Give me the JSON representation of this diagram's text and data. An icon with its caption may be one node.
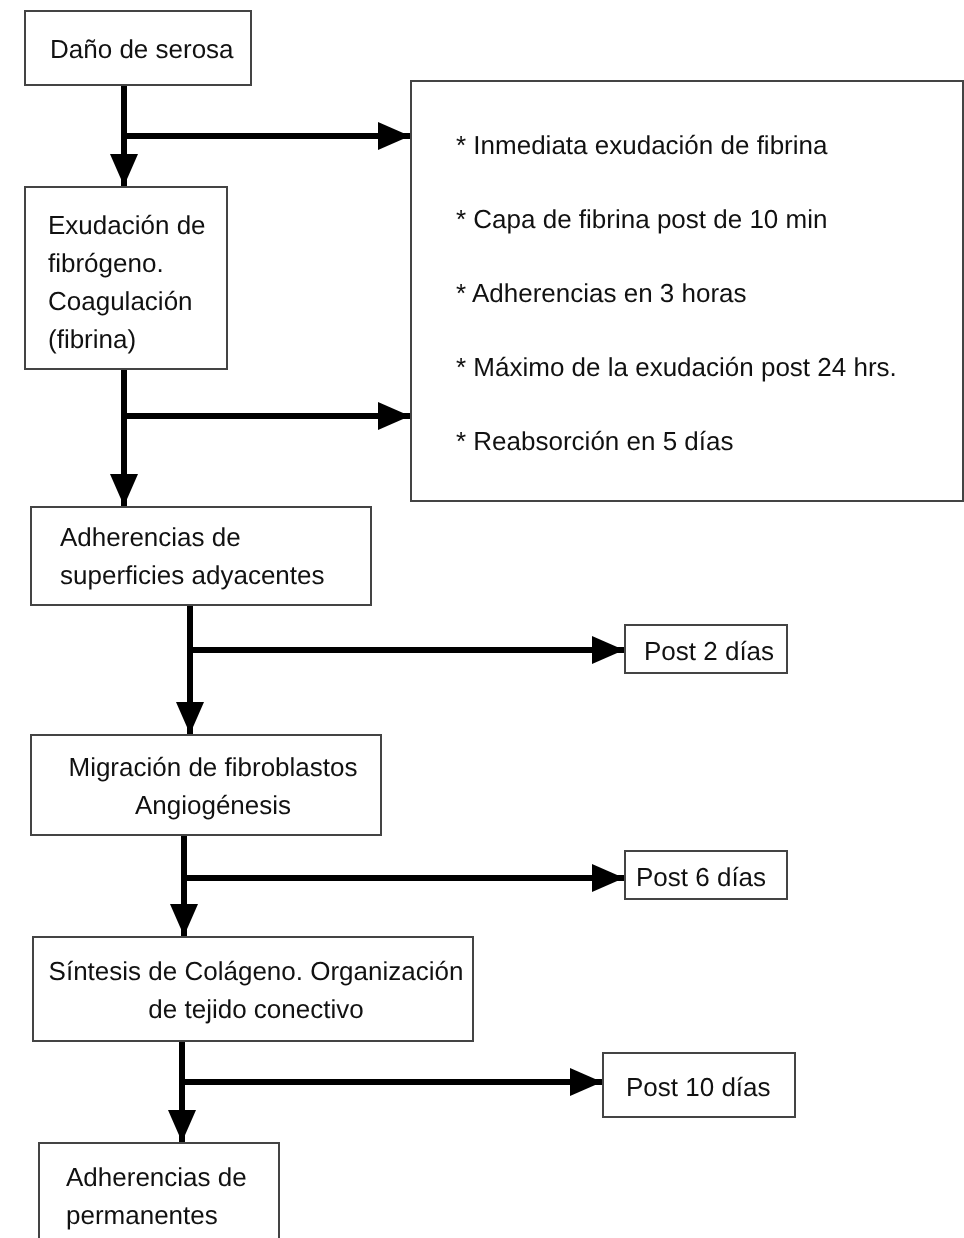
{
  "diagram": {
    "nodes": [
      {
        "text": [
          "Daño de serosa"
        ]
      },
      {
        "text": [
          "Exudación de fibrógeno. Coagulación (fibrina)"
        ]
      },
      {
        "text": [
          "* Inmediata exudación de fibrina",
          "* Capa de fibrina post de 10 min",
          "* Adherencias en 3 horas",
          "* Máximo de la exudación post 24 hrs.",
          "* Reabsorción en 5 días"
        ]
      },
      {
        "text": [
          "Adherencias de superficies adyacentes"
        ]
      },
      {
        "text": [
          "Post 2 días"
        ]
      },
      {
        "text": [
          "Migración de fibroblastos Angiogénesis"
        ]
      },
      {
        "text": [
          "Post 6 días"
        ]
      },
      {
        "text": [
          "Síntesis de Colágeno. Organización de tejido conectivo"
        ]
      },
      {
        "text": [
          "Post 10 días"
        ]
      },
      {
        "text": [
          "Adherencias de permanentes"
        ]
      }
    ],
    "edges": [
      {
        "from": 0,
        "to": 1,
        "arrow": "to"
      },
      {
        "from": 0,
        "to": 2,
        "arrow": "to"
      },
      {
        "from": 1,
        "to": 3,
        "arrow": "to"
      },
      {
        "from": 1,
        "to": 2,
        "arrow": "to"
      },
      {
        "from": 3,
        "to": 5,
        "arrow": "to"
      },
      {
        "from": 3,
        "to": 4,
        "arrow": "to"
      },
      {
        "from": 5,
        "to": 7,
        "arrow": "to"
      },
      {
        "from": 5,
        "to": 6,
        "arrow": "to"
      },
      {
        "from": 7,
        "to": 9,
        "arrow": "to"
      },
      {
        "from": 7,
        "to": 8,
        "arrow": "to"
      }
    ]
  }
}
